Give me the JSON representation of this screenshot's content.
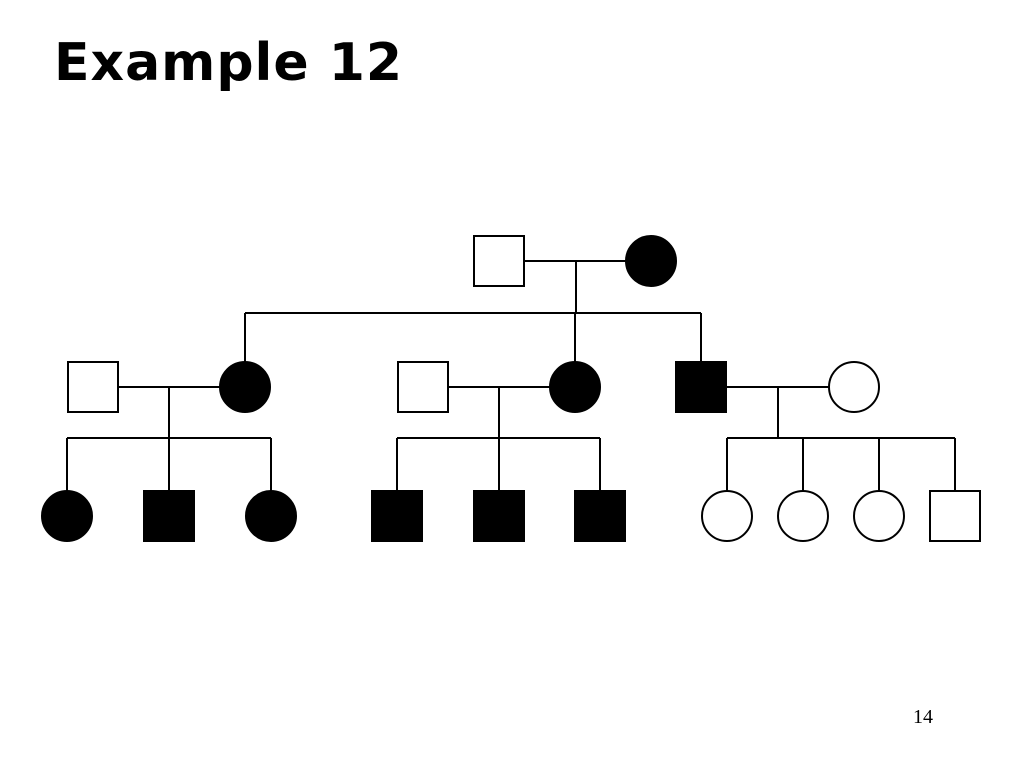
{
  "slide": {
    "title": "Example 12",
    "page_number": "14"
  },
  "pedigree": {
    "colors": {
      "affected_fill": "#000000",
      "unaffected_fill": "#ffffff",
      "line": "#000000"
    },
    "generation_1": [
      {
        "id": "g1-father",
        "sex": "male",
        "affected": false
      },
      {
        "id": "g1-mother",
        "sex": "female",
        "affected": true
      }
    ],
    "generation_2": [
      {
        "id": "g2-spouse-1",
        "sex": "male",
        "affected": false
      },
      {
        "id": "g2-daughter-1",
        "sex": "female",
        "affected": true
      },
      {
        "id": "g2-spouse-2",
        "sex": "male",
        "affected": false
      },
      {
        "id": "g2-daughter-2",
        "sex": "female",
        "affected": true
      },
      {
        "id": "g2-son",
        "sex": "male",
        "affected": true
      },
      {
        "id": "g2-spouse-3",
        "sex": "female",
        "affected": false
      }
    ],
    "generation_3": [
      {
        "id": "g3-child-1",
        "sex": "female",
        "affected": true
      },
      {
        "id": "g3-child-2",
        "sex": "male",
        "affected": true
      },
      {
        "id": "g3-child-3",
        "sex": "female",
        "affected": true
      },
      {
        "id": "g3-child-4",
        "sex": "male",
        "affected": true
      },
      {
        "id": "g3-child-5",
        "sex": "male",
        "affected": true
      },
      {
        "id": "g3-child-6",
        "sex": "male",
        "affected": true
      },
      {
        "id": "g3-child-7",
        "sex": "female",
        "affected": false
      },
      {
        "id": "g3-child-8",
        "sex": "female",
        "affected": false
      },
      {
        "id": "g3-child-9",
        "sex": "female",
        "affected": false
      },
      {
        "id": "g3-child-10",
        "sex": "male",
        "affected": false
      }
    ]
  }
}
